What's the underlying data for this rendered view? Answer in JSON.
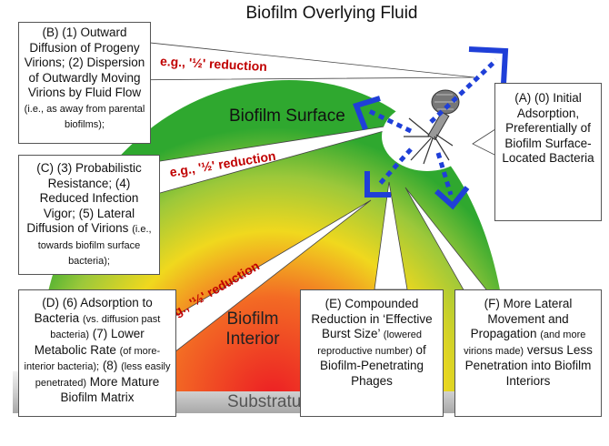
{
  "title": "Biofilm Overlying Fluid",
  "regions": {
    "surface": "Biofilm Surface",
    "interior_line1": "Biofilm",
    "interior_line2": "Interior",
    "substratum": "Substratum"
  },
  "reduction_label": "e.g., '½' reduction",
  "boxes": {
    "A": {
      "main": "(A) (0) Initial Adsorption, Preferentially of Biofilm Surface-Located Bacteria"
    },
    "B": {
      "main": "(B) (1) Outward Diffusion of Progeny Virions; (2) Dispersion of Outwardly Moving Virions by Fluid Flow",
      "small": "(i.e., as away from parental biofilms);"
    },
    "C": {
      "main": "(C) (3) Probabilistic Resistance; (4) Reduced Infection Vigor; (5) Lateral Diffusion of Virions",
      "small": "(i.e., towards biofilm surface bacteria);"
    },
    "D": {
      "p1": "(D) (6) Adsorption to Bacteria",
      "s1": "(vs. diffusion past bacteria)",
      "p2": "(7) Lower Metabolic Rate",
      "s2": "(of more-interior bacteria);",
      "p3": "(8)",
      "s3": "(less easily penetrated)",
      "p4": "More Mature Biofilm Matrix"
    },
    "E": {
      "p1": "(E) Compounded Reduction in ‘Effective Burst Size’",
      "s1": "(lowered reproductive number)",
      "p2": "of Biofilm-Penetrating Phages"
    },
    "F": {
      "p1": "(F) More Lateral Movement and Propagation",
      "s1": "(and more virions made)",
      "p2": "versus Less Penetration into Biofilm Interiors"
    }
  },
  "colors": {
    "arrow": "#1f3fd8",
    "reduction_text": "#c00000",
    "biofilm_edge": "#2fa82f",
    "biofilm_mid": "#f0d81e",
    "biofilm_core": "#ec1c24",
    "substratum": "#c8c8c8"
  }
}
